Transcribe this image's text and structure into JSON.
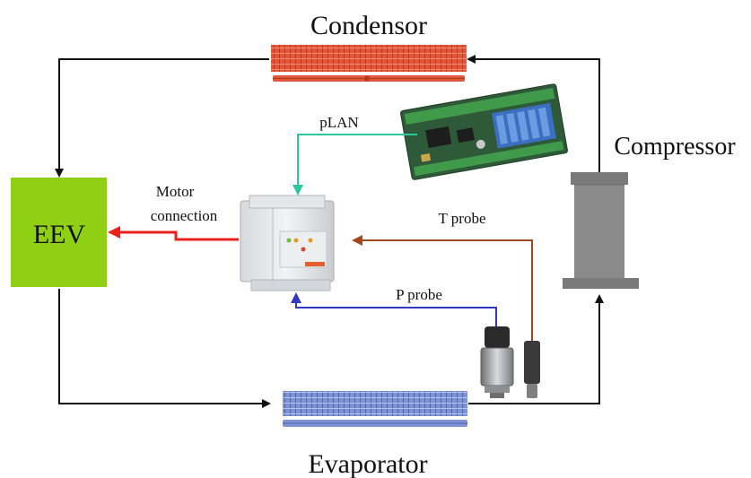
{
  "components": {
    "condensor": "Condensor",
    "compressor": "Compressor",
    "evaporator": "Evaporator",
    "eev": "EEV"
  },
  "connections": {
    "plan": "pLAN",
    "motor_line1": "Motor",
    "motor_line2": "connection",
    "t_probe": "T probe",
    "p_probe": "P probe"
  },
  "colors": {
    "refrigerant_line": "#111111",
    "plan_line": "#2cc7a0",
    "motor_line": "#e8211b",
    "t_probe_line": "#a04a1e",
    "p_probe_line": "#3436c4",
    "eev_box": "#8fd014",
    "condensor_fill": "#e2573a",
    "evaporator_fill": "#7d93d6",
    "compressor_fill": "#8a8a8a"
  }
}
